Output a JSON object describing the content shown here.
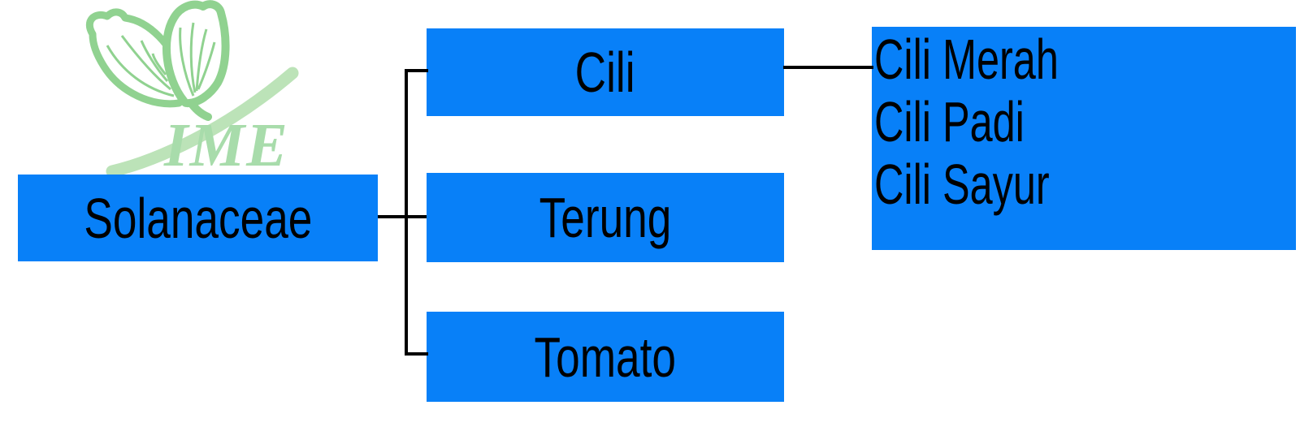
{
  "logo": {
    "brand": "IME",
    "icon": "leaf-logo"
  },
  "palette": {
    "box_blue": "#0880f8",
    "connector_black": "#000000",
    "text_black": "#000000",
    "leaf_outline_green": "#90d290",
    "swoosh_green": "#bce3b8",
    "brand_text_green": "#a8dcab"
  },
  "tree": {
    "root": {
      "label": "Solanaceae"
    },
    "children": [
      {
        "label": "Cili"
      },
      {
        "label": "Terung"
      },
      {
        "label": "Tomato"
      }
    ],
    "varieties_of_cili": [
      "Cili Merah",
      "Cili Padi",
      "Cili Sayur"
    ]
  }
}
